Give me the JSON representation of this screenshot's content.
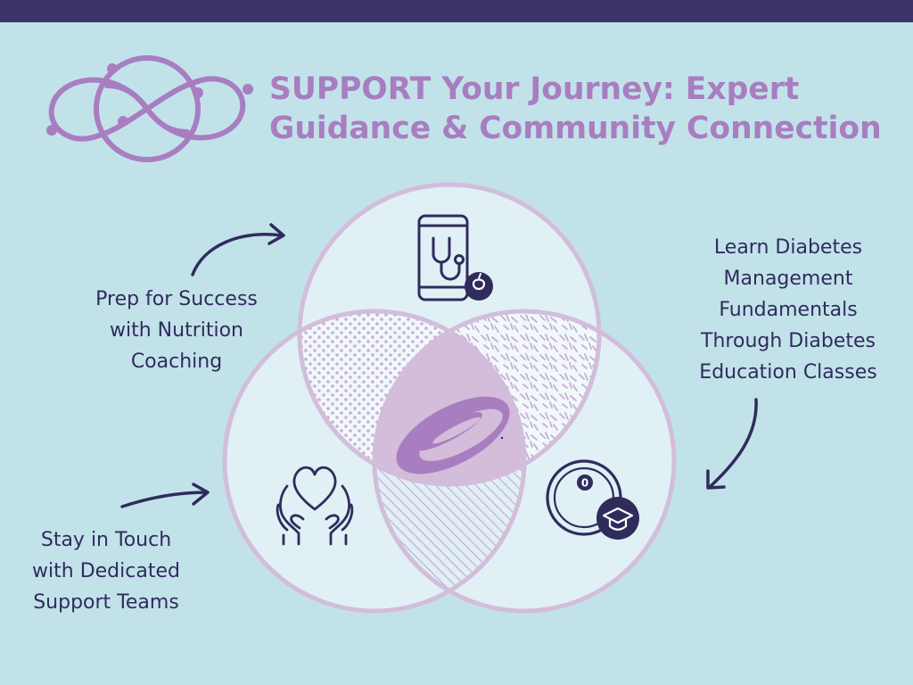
{
  "header": {
    "title_line1": "SUPPORT Your Journey: Expert",
    "title_line2": "Guidance & Community Connection"
  },
  "logo": {
    "name": "infinity-loop-logo"
  },
  "captions": {
    "nutrition": [
      "Prep for Success",
      "with Nutrition",
      "Coaching"
    ],
    "education": [
      "Learn Diabetes",
      "Management",
      "Fundamentals",
      "Through Diabetes",
      "Education Classes"
    ],
    "support": [
      "Stay in Touch",
      "with Dedicated",
      "Support Teams"
    ]
  },
  "icons": {
    "top": "phone-stethoscope-apple-icon",
    "left": "heart-in-hands-icon",
    "right": "glucose-meter-graduation-cap-icon",
    "center": "swirl-logo-icon"
  },
  "meter_reading": "0",
  "colors": {
    "background": "#c2e2ea",
    "top_bar": "#3b3567",
    "accent_purple": "#a87ec0",
    "dark_navy": "#2f2c5c",
    "circle_stroke": "#d2bddb",
    "circle_fill": "#e0f0f5",
    "center_fill": "#d4bcdb"
  }
}
